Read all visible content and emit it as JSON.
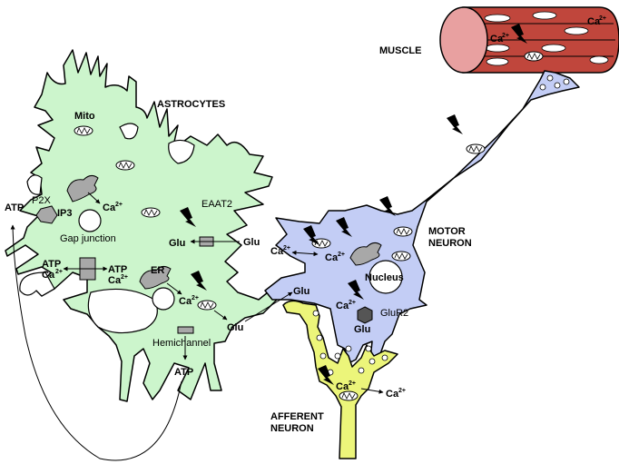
{
  "labels": {
    "muscle": "MUSCLE",
    "astrocytes": "ASTROCYTES",
    "motor_neuron_line1": "MOTOR",
    "motor_neuron_line2": "NEURON",
    "afferent_line1": "AFFERENT",
    "afferent_line2": "NEURON",
    "nucleus": "Nucleus",
    "mito": "Mito",
    "p2x": "P2X",
    "ip3": "IP3",
    "gap_junction": "Gap junction",
    "eaat2": "EAAT2",
    "er": "ER",
    "hemichannel": "Hemichannel",
    "glur2": "GluR2",
    "atp": "ATP",
    "glu": "Glu",
    "ca": "Ca",
    "ca_sup": "2+"
  },
  "colors": {
    "astrocyte_fill": "#ccf5cc",
    "motor_neuron_fill": "#c3cdf5",
    "afferent_fill": "#ecf57a",
    "muscle_fill": "#c0463c",
    "muscle_end": "#e8a0a0",
    "er_fill": "#a8a8a8",
    "outline": "#000000"
  },
  "icons": [
    "lightning-icon",
    "mitochondrion-icon",
    "channel-icon",
    "vesicle-icon"
  ]
}
